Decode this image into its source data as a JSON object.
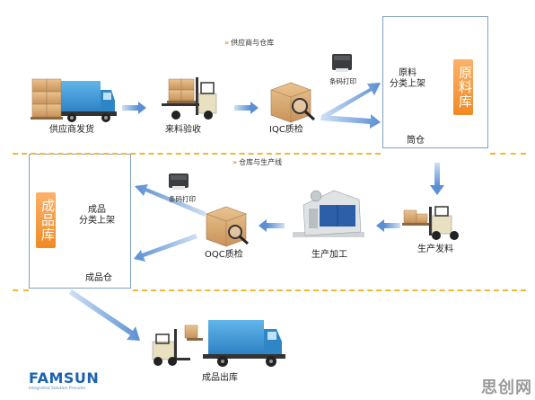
{
  "sections": {
    "supplier_to_warehouse": "供应商与仓库",
    "warehouse_to_production": "仓库与生产线"
  },
  "nodes": {
    "supplier_shipping": "供应商发货",
    "incoming_inspection": "来料验收",
    "iqc": "IQC质检",
    "barcode_print_1": "条码打印",
    "raw_material_line1": "原料",
    "raw_material_line2": "分类上架",
    "silo": "筒仓",
    "production_issue": "生产发料",
    "production_processing": "生产加工",
    "oqc": "OQC质检",
    "barcode_print_2": "条码打印",
    "finished_line1": "成品",
    "finished_line2": "分类上架",
    "finished_silo": "成品仓",
    "finished_outbound": "成品出库"
  },
  "tags": {
    "raw_store": "原料库",
    "finished_store": "成品库"
  },
  "brand": {
    "logo": "FAMSUN",
    "tagline": "Integrated Solution Provider",
    "watermark": "思创网"
  },
  "colors": {
    "arrow": "#6f9fd8",
    "tag_orange": "#f08a24",
    "dash_yellow": "#f2b830",
    "box_border": "#7f9fc4",
    "brand_blue": "#1b63ae"
  }
}
